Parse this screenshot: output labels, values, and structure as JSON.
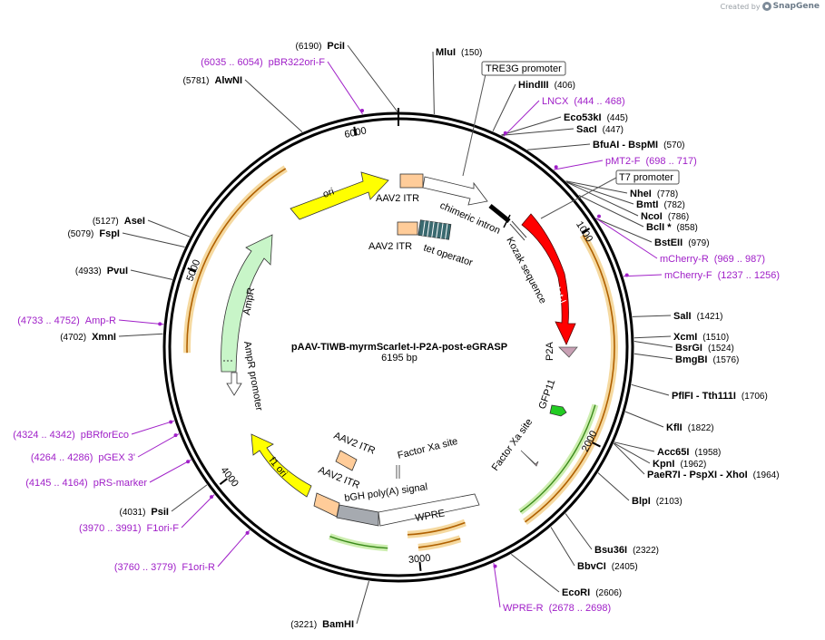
{
  "header": {
    "created_by_prefix": "Created by",
    "brand": "SnapGene",
    "logo_icon": "snapgene-logo-icon"
  },
  "plasmid": {
    "name": "pAAV-TIWB-myrmScarlet-I-P2A-post-eGRASP",
    "size_label": "6195 bp",
    "length": 6195
  },
  "colors": {
    "backbone": "#000000",
    "primer": "#a020c8",
    "ori": "#ffff00",
    "amp": "#c8f5c8",
    "itr": "#ffcc99",
    "mscarlet": "#ff0000",
    "p2a": "#c8a0b4",
    "gfp11": "#22cc22",
    "wpre_arrow": "#88cc44",
    "orange_ring": "#f5d9a0",
    "orange_line": "#b06000",
    "tet": "#3a6a70",
    "bgh": "#a6aab0"
  },
  "tick_labels": [
    {
      "pos": 1000,
      "label": "1000"
    },
    {
      "pos": 2000,
      "label": "2000"
    },
    {
      "pos": 3000,
      "label": "3000"
    },
    {
      "pos": 4000,
      "label": "4000"
    },
    {
      "pos": 5000,
      "label": "5000"
    },
    {
      "pos": 6000,
      "label": "6000"
    }
  ],
  "enzymes": [
    {
      "name": "PciI",
      "pos_label": "(6190)",
      "pos": 6190,
      "align": "end-name"
    },
    {
      "name": "MluI",
      "pos_label": "(150)",
      "pos": 150,
      "align": "start-name"
    },
    {
      "name": "HindIII",
      "pos_label": "(406)",
      "pos": 406,
      "align": "start-name"
    },
    {
      "name": "Eco53kI",
      "pos_label": "(445)",
      "pos": 445,
      "align": "start-name"
    },
    {
      "name": "SacI",
      "pos_label": "(447)",
      "pos": 447,
      "align": "start-name"
    },
    {
      "name": "BfuAI - BspMI",
      "pos_label": "(570)",
      "pos": 570,
      "align": "start-name"
    },
    {
      "name": "NheI",
      "pos_label": "(778)",
      "pos": 778,
      "align": "start-name"
    },
    {
      "name": "BmtI",
      "pos_label": "(782)",
      "pos": 782,
      "align": "start-name"
    },
    {
      "name": "NcoI",
      "pos_label": "(786)",
      "pos": 786,
      "align": "start-name"
    },
    {
      "name": "BclI *",
      "pos_label": "(858)",
      "pos": 858,
      "align": "start-name"
    },
    {
      "name": "BstEII",
      "pos_label": "(979)",
      "pos": 979,
      "align": "start-name"
    },
    {
      "name": "SalI",
      "pos_label": "(1421)",
      "pos": 1421,
      "align": "start-name"
    },
    {
      "name": "XcmI",
      "pos_label": "(1510)",
      "pos": 1510,
      "align": "start-name"
    },
    {
      "name": "BsrGI",
      "pos_label": "(1524)",
      "pos": 1524,
      "align": "start-name"
    },
    {
      "name": "BmgBI",
      "pos_label": "(1576)",
      "pos": 1576,
      "align": "start-name"
    },
    {
      "name": "PflFI - Tth111I",
      "pos_label": "(1706)",
      "pos": 1706,
      "align": "start-name"
    },
    {
      "name": "KflI",
      "pos_label": "(1822)",
      "pos": 1822,
      "align": "start-name"
    },
    {
      "name": "Acc65I",
      "pos_label": "(1958)",
      "pos": 1958,
      "align": "start-name"
    },
    {
      "name": "KpnI",
      "pos_label": "(1962)",
      "pos": 1962,
      "align": "start-name"
    },
    {
      "name": "PaeR7I - PspXI - XhoI",
      "pos_label": "(1964)",
      "pos": 1964,
      "align": "start-name"
    },
    {
      "name": "BlpI",
      "pos_label": "(2103)",
      "pos": 2103,
      "align": "start-name"
    },
    {
      "name": "Bsu36I",
      "pos_label": "(2322)",
      "pos": 2322,
      "align": "start-name"
    },
    {
      "name": "BbvCI",
      "pos_label": "(2405)",
      "pos": 2405,
      "align": "start-name"
    },
    {
      "name": "EcoRI",
      "pos_label": "(2606)",
      "pos": 2606,
      "align": "start-name"
    },
    {
      "name": "BamHI",
      "pos_label": "(3221)",
      "pos": 3221,
      "align": "end-name"
    },
    {
      "name": "PsiI",
      "pos_label": "(4031)",
      "pos": 4031,
      "align": "end-name"
    },
    {
      "name": "XmnI",
      "pos_label": "(4702)",
      "pos": 4702,
      "align": "end-name"
    },
    {
      "name": "PvuI",
      "pos_label": "(4933)",
      "pos": 4933,
      "align": "end-name"
    },
    {
      "name": "FspI",
      "pos_label": "(5079)",
      "pos": 5079,
      "align": "end-name"
    },
    {
      "name": "AseI",
      "pos_label": "(5127)",
      "pos": 5127,
      "align": "end-name"
    },
    {
      "name": "AlwNI",
      "pos_label": "(5781)",
      "pos": 5781,
      "align": "end-name"
    }
  ],
  "primers": [
    {
      "name": "pBR322ori-F",
      "range": "(6035 .. 6054)",
      "pos": 6045,
      "align": "end-name"
    },
    {
      "name": "LNCX",
      "range": "(444 .. 468)",
      "pos": 456,
      "align": "start-name"
    },
    {
      "name": "pMT2-F",
      "range": "(698 .. 717)",
      "pos": 708,
      "align": "start-name"
    },
    {
      "name": "mCherry-R",
      "range": "(969 .. 987)",
      "pos": 978,
      "align": "start-name"
    },
    {
      "name": "mCherry-F",
      "range": "(1237 .. 1256)",
      "pos": 1247,
      "align": "start-name"
    },
    {
      "name": "WPRE-R",
      "range": "(2678 .. 2698)",
      "pos": 2688,
      "align": "start-name"
    },
    {
      "name": "F1ori-R",
      "range": "(3760 .. 3779)",
      "pos": 3770,
      "align": "end-name"
    },
    {
      "name": "F1ori-F",
      "range": "(3970 .. 3991)",
      "pos": 3980,
      "align": "end-name"
    },
    {
      "name": "pRS-marker",
      "range": "(4145 .. 4164)",
      "pos": 4155,
      "align": "end-name"
    },
    {
      "name": "pGEX 3'",
      "range": "(4264 .. 4286)",
      "pos": 4275,
      "align": "end-name"
    },
    {
      "name": "pBRforEco",
      "range": "(4324 .. 4342)",
      "pos": 4333,
      "align": "end-name"
    },
    {
      "name": "Amp-R",
      "range": "(4733 .. 4752)",
      "pos": 4742,
      "align": "end-name"
    }
  ],
  "boxed_features": [
    {
      "name": "TRE3G promoter"
    },
    {
      "name": "T7 promoter"
    }
  ],
  "features": [
    {
      "name": "ori",
      "icon": "ori-arrow-icon"
    },
    {
      "name": "AAV2 ITR",
      "icon": "itr-box-icon"
    },
    {
      "name": "chimeric intron",
      "icon": "intron-arrow-icon"
    },
    {
      "name": "AAV2 ITR",
      "icon": "itr-box-icon"
    },
    {
      "name": "tet operator",
      "icon": "tet-operator-icon"
    },
    {
      "name": "Kozak sequence",
      "icon": "kozak-icon"
    },
    {
      "name": "mScarlet-I",
      "icon": "mscarlet-arrow-icon"
    },
    {
      "name": "P2A",
      "icon": "p2a-arrow-icon"
    },
    {
      "name": "GFP11",
      "icon": "gfp11-arrow-icon"
    },
    {
      "name": "Factor Xa site",
      "icon": "factorxa-icon"
    },
    {
      "name": "Factor Xa site",
      "icon": "factorxa-icon"
    },
    {
      "name": "WPRE",
      "icon": "wpre-box-icon"
    },
    {
      "name": "bGH poly(A) signal",
      "icon": "bgh-box-icon"
    },
    {
      "name": "AAV2 ITR",
      "icon": "itr-box-icon"
    },
    {
      "name": "AAV2 ITR",
      "icon": "itr-box-icon"
    },
    {
      "name": "f1 ori",
      "icon": "f1ori-arrow-icon"
    },
    {
      "name": "AmpR promoter",
      "icon": "ampr-promoter-arrow-icon"
    },
    {
      "name": "AmpR",
      "icon": "ampr-arrow-icon"
    }
  ]
}
